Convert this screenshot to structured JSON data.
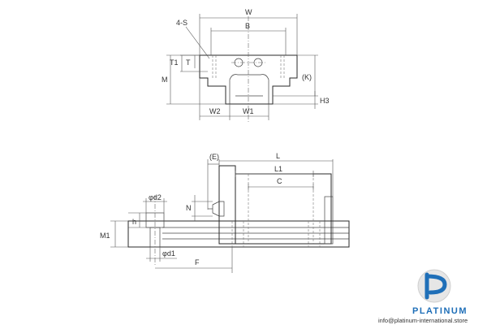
{
  "top_view": {
    "labels": {
      "W": "W",
      "B": "B",
      "four_s": "4-S",
      "T": "T",
      "T1": "T1",
      "M": "M",
      "K": "(K)",
      "H3": "H3",
      "W2": "W2",
      "W1": "W1"
    }
  },
  "side_view": {
    "labels": {
      "E": "(E)",
      "L": "L",
      "L1": "L1",
      "C": "C",
      "N": "N",
      "phi_d2": "φd2",
      "h": "h",
      "M1": "M1",
      "phi_d1": "φd1",
      "F": "F"
    }
  },
  "branding": {
    "brand": "PLATINUM",
    "website": "info@platinum-international.store",
    "colors": {
      "accent": "#1f6fb8",
      "logo_gray": "#d2d2d2"
    }
  }
}
